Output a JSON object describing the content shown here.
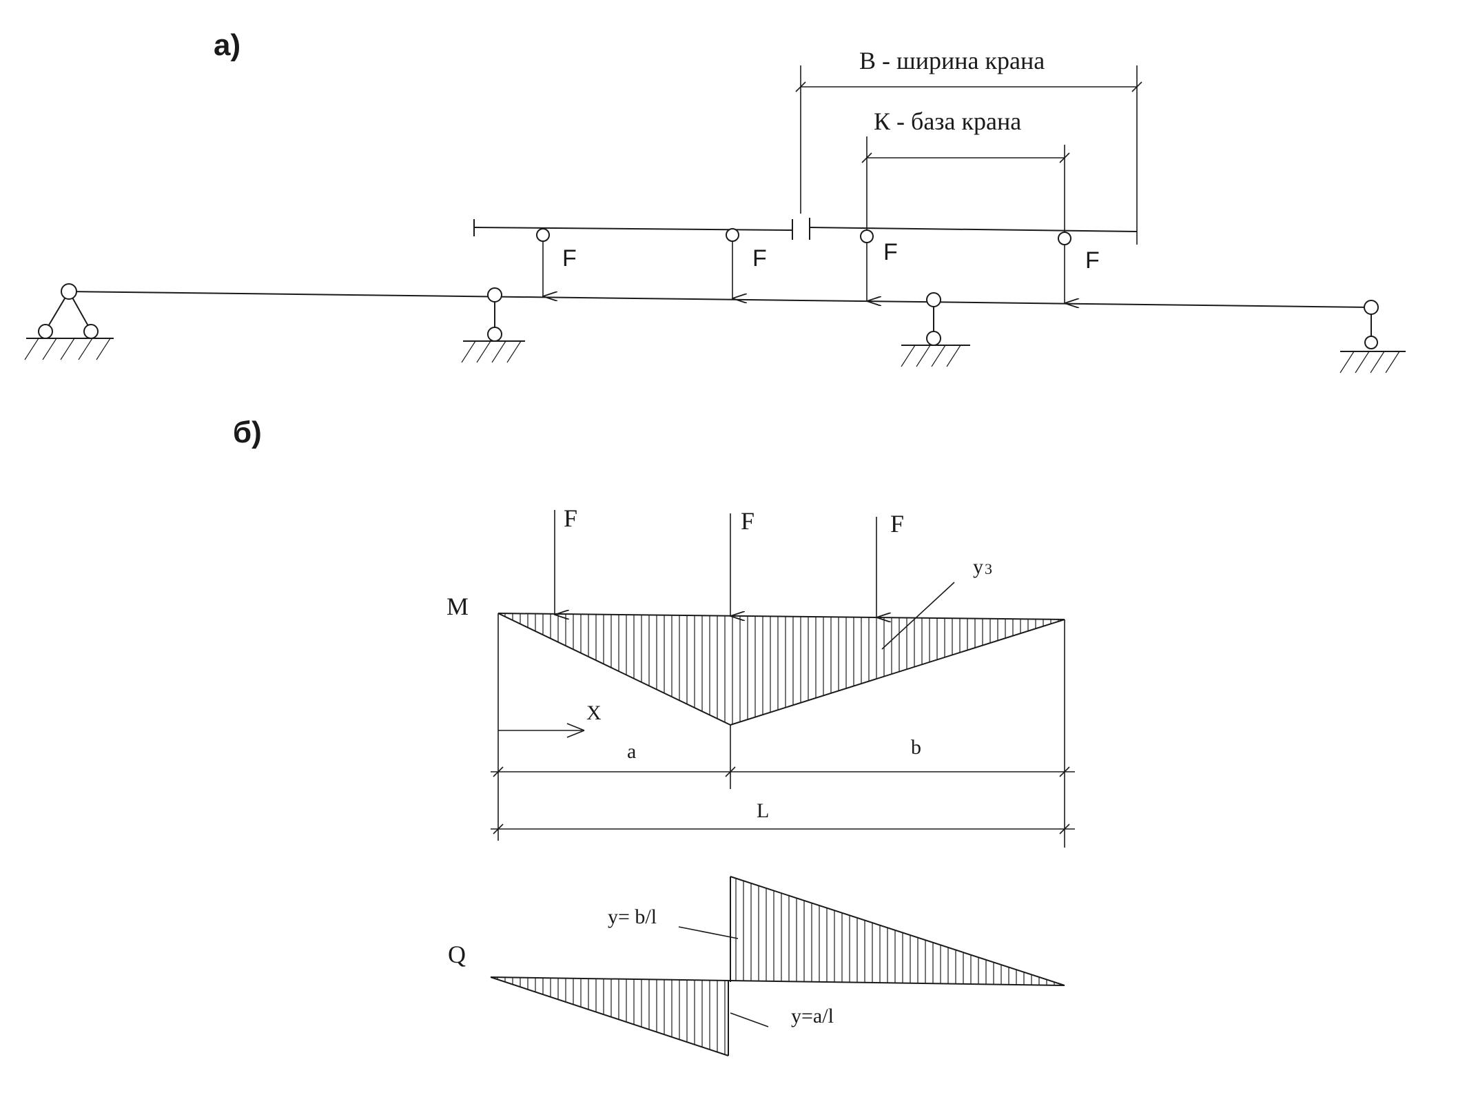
{
  "panel_a": {
    "label": "а)",
    "crane_width_label": "B - ширина крана",
    "crane_base_label": "К - база крана",
    "forces": [
      "F",
      "F",
      "F",
      "F"
    ]
  },
  "panel_b": {
    "label": "б)",
    "forces": [
      "F",
      "F",
      "F"
    ],
    "moment_label": "M",
    "y3_label": "y",
    "y3_subscript": "3",
    "x_label": "X",
    "dim_a": "a",
    "dim_b": "b",
    "dim_L": "L",
    "shear_label": "Q",
    "shear_top_label": "y= b/l",
    "shear_bottom_label": "y=a/l"
  }
}
